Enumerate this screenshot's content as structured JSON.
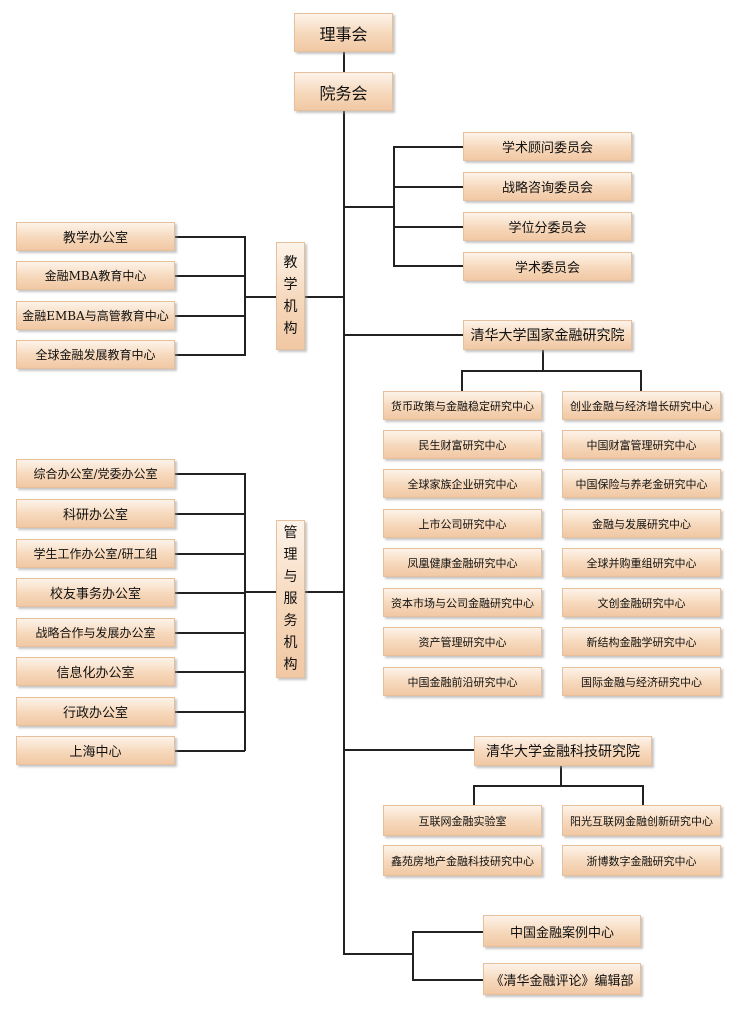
{
  "top": {
    "board": "理事会",
    "council": "院务会"
  },
  "committees": [
    "学术顾问委员会",
    "战略咨询委员会",
    "学位分委员会",
    "学术委员会"
  ],
  "teaching": {
    "label": "教学机构",
    "items": [
      "教学办公室",
      "金融MBA教育中心",
      "金融EMBA与高管教育中心",
      "全球金融发展教育中心"
    ]
  },
  "management": {
    "label": "管理与服务机构",
    "items": [
      "综合办公室/党委办公室",
      "科研办公室",
      "学生工作办公室/研工组",
      "校友事务办公室",
      "战略合作与发展办公室",
      "信息化办公室",
      "行政办公室",
      "上海中心"
    ]
  },
  "nifr": {
    "title": "清华大学国家金融研究院",
    "left": [
      "货币政策与金融稳定研究中心",
      "民生财富研究中心",
      "全球家族企业研究中心",
      "上市公司研究中心",
      "凤凰健康金融研究中心",
      "资本市场与公司金融研究中心",
      "资产管理研究中心",
      "中国金融前沿研究中心"
    ],
    "right": [
      "创业金融与经济增长研究中心",
      "中国财富管理研究中心",
      "中国保险与养老金研究中心",
      "金融与发展研究中心",
      "全球并购重组研究中心",
      "文创金融研究中心",
      "新结构金融学研究中心",
      "国际金融与经济研究中心"
    ]
  },
  "fintech": {
    "title": "清华大学金融科技研究院",
    "items": [
      "互联网金融实验室",
      "阳光互联网金融创新研究中心",
      "鑫苑房地产金融科技研究中心",
      "浙博数字金融研究中心"
    ]
  },
  "bottom": [
    "中国金融案例中心",
    "《清华金融评论》编辑部"
  ]
}
